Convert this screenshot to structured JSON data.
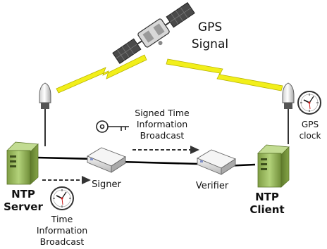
{
  "gps_signal": {
    "line1": "GPS",
    "line2": "Signal"
  },
  "server": {
    "line1": "NTP",
    "line2": "Server"
  },
  "client": {
    "line1": "NTP",
    "line2": "Client"
  },
  "signer": "Signer",
  "verifier": "Verifier",
  "signed_broadcast": {
    "line1": "Signed Time",
    "line2": "Information",
    "line3": "Broadcast"
  },
  "time_broadcast": {
    "line1": "Time",
    "line2": "Information",
    "line3": "Broadcast"
  },
  "gps_clock": {
    "line1": "GPS",
    "line2": "clock"
  },
  "colors": {
    "server_green": "#9bbf5a",
    "lightning_yellow": "#f2ef1a",
    "device_blue": "#8090c8",
    "clock_red": "#cc1a1a"
  }
}
